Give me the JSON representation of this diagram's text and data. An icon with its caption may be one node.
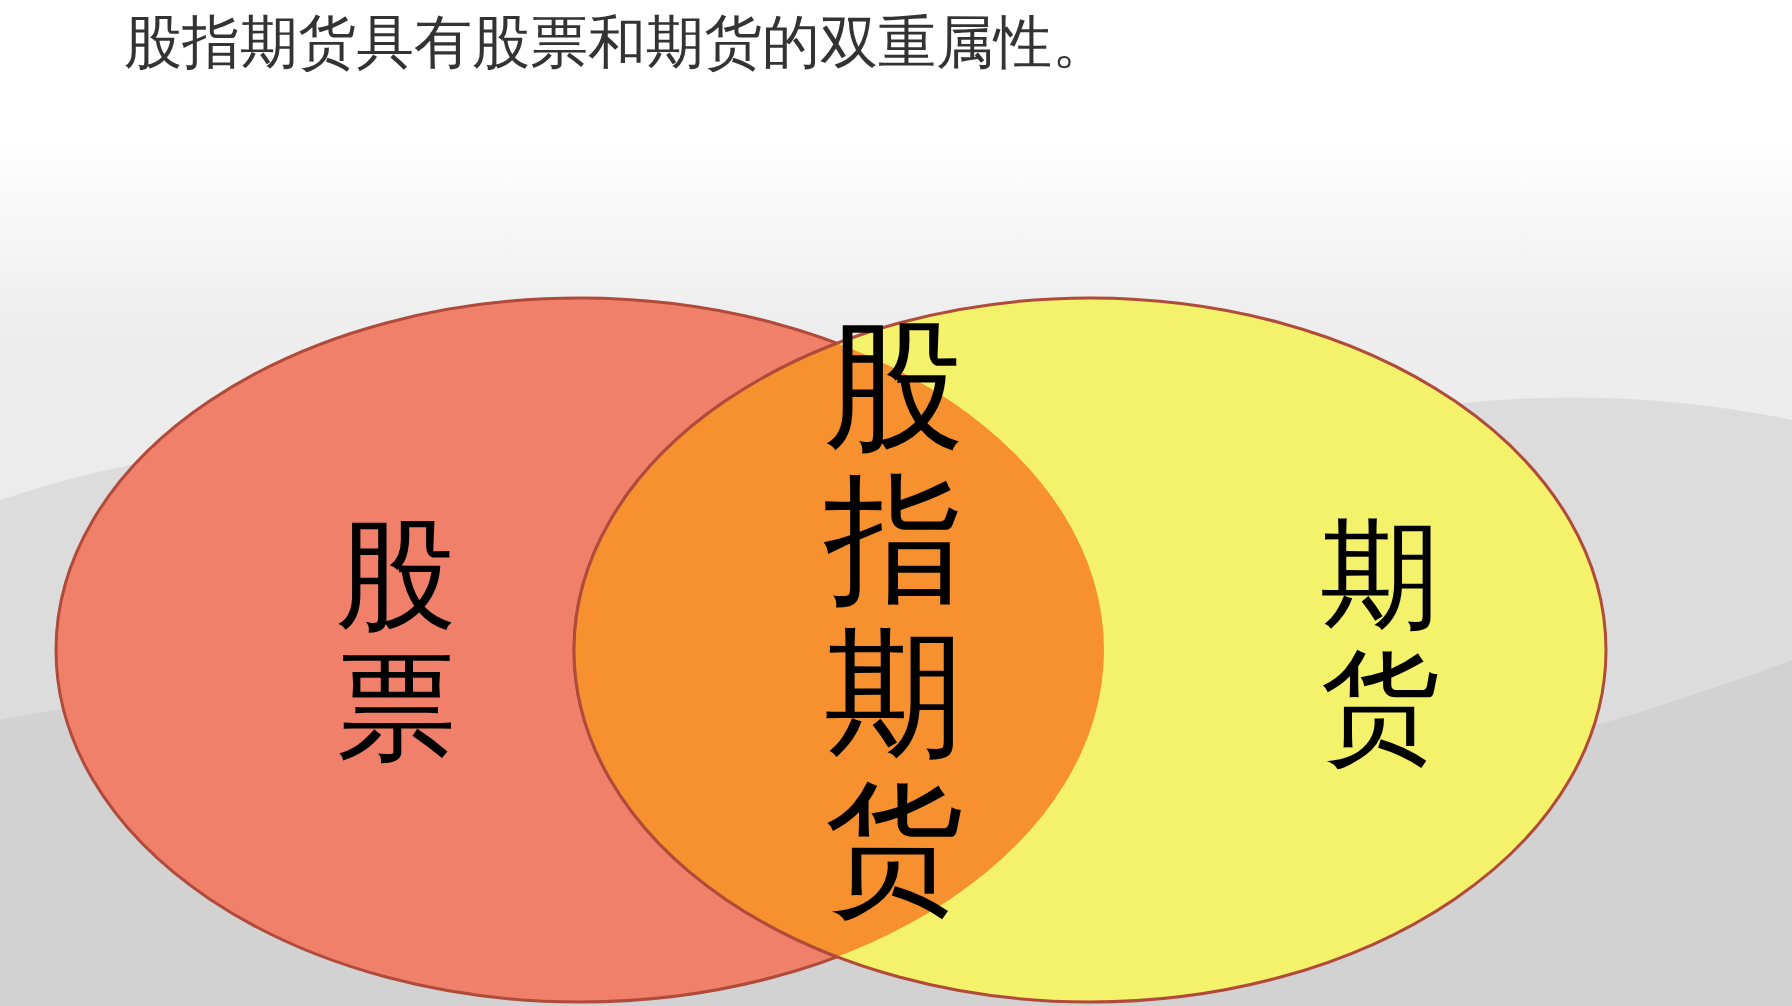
{
  "diagram": {
    "title": "股指期货具有股票和期货的双重属性。",
    "nodes": [
      {
        "text": [
          "股票"
        ]
      },
      {
        "text": [
          "期货"
        ]
      },
      {
        "text": [
          "股指期货"
        ]
      }
    ]
  }
}
